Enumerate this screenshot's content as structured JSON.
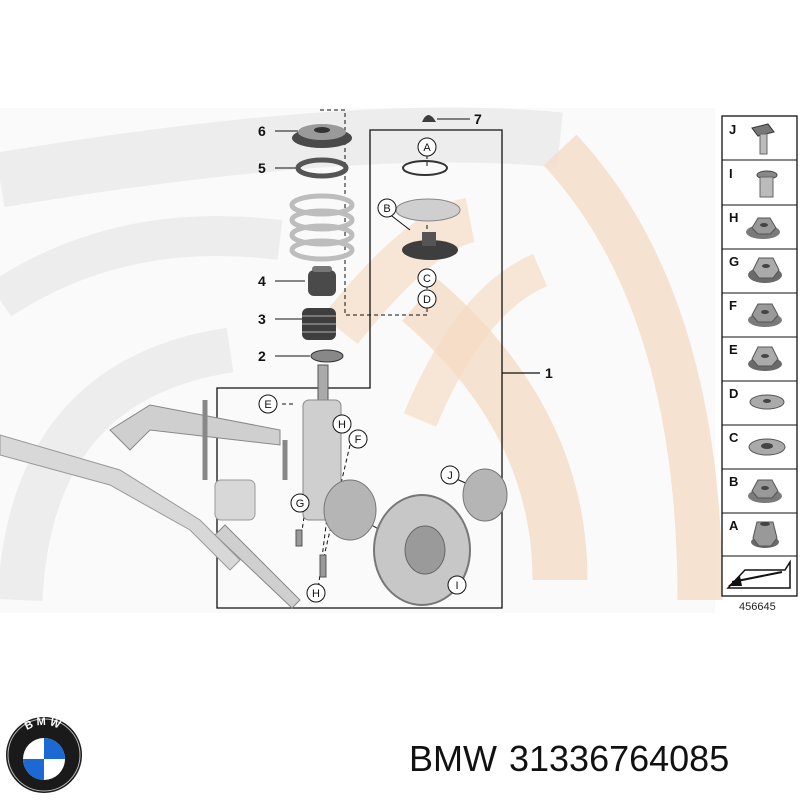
{
  "diagram": {
    "part_numbers": [
      "1",
      "2",
      "3",
      "4",
      "5",
      "6",
      "7"
    ],
    "callouts": [
      "A",
      "B",
      "C",
      "D",
      "E",
      "F",
      "G",
      "H",
      "H",
      "I",
      "J"
    ],
    "legend": [
      "J",
      "I",
      "H",
      "G",
      "F",
      "E",
      "D",
      "C",
      "B",
      "A"
    ],
    "reference_number": "456645",
    "colors": {
      "background_arc": "#f7e6d6",
      "grey_arc": "#efefef",
      "part_fill": "#d0d0d0",
      "part_dark": "#555555",
      "line": "#111111"
    }
  },
  "footer": {
    "brand": "BMW",
    "part_number": "31336764085",
    "logo_letters": "BMW"
  }
}
